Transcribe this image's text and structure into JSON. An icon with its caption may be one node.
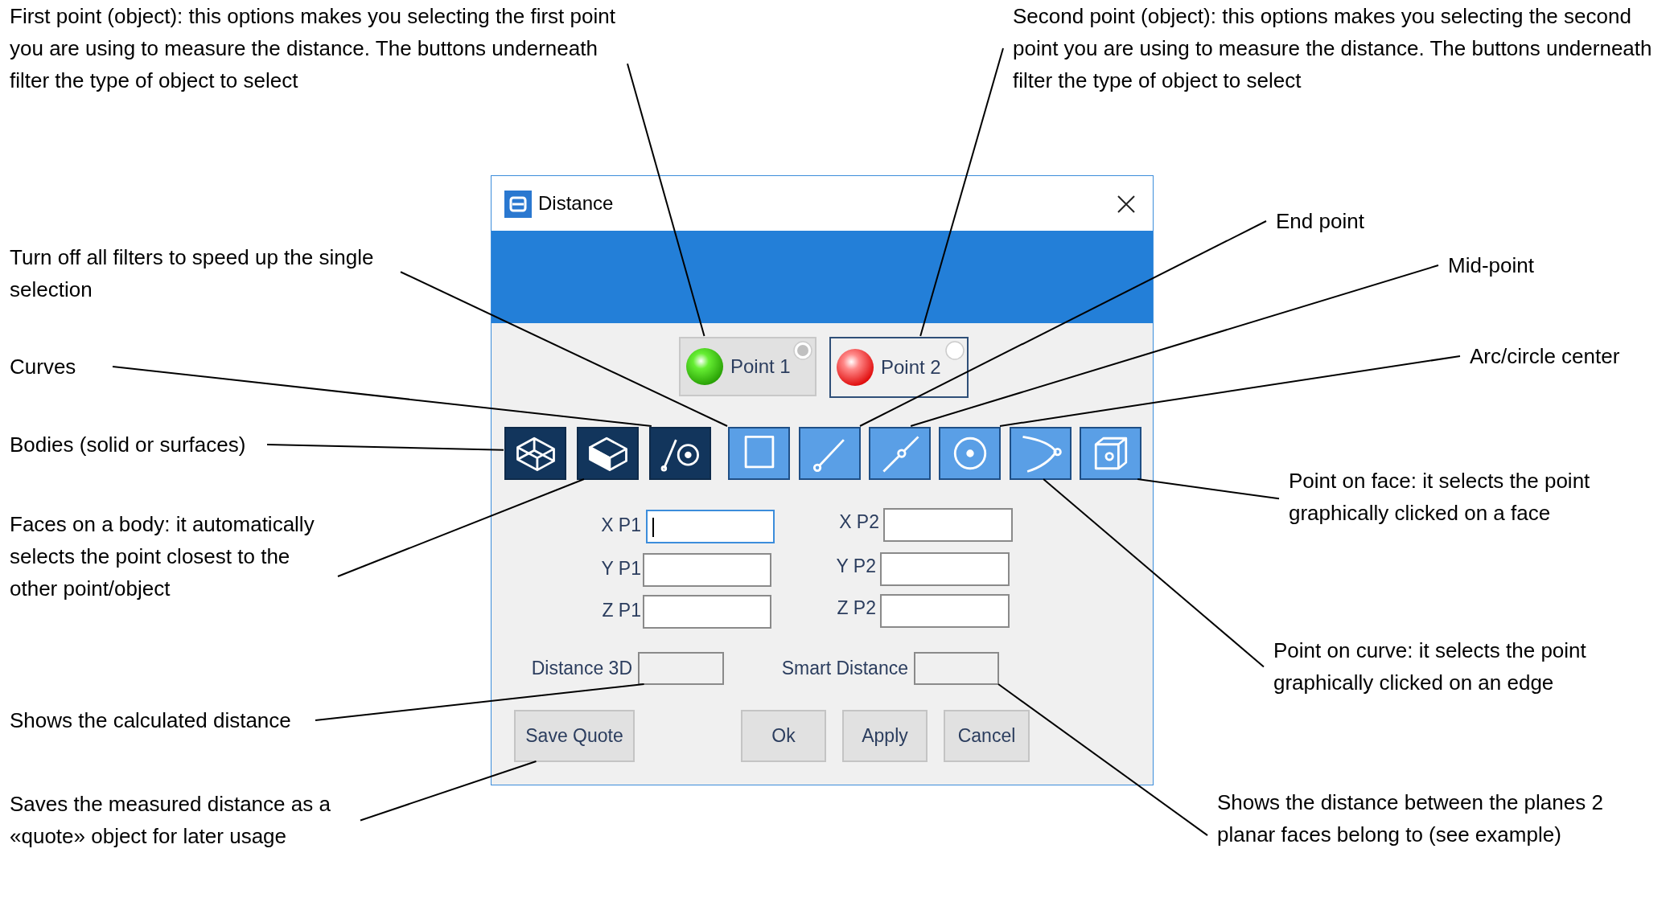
{
  "diagram": {
    "nodes": [
      {
        "text": [
          "First point (object): this options makes you selecting the first point you are using to measure the distance. The buttons underneath filter the type of object to select"
        ]
      },
      {
        "text": [
          "Second point (object): this options makes you selecting the second point you are using to measure the distance. The buttons underneath filter the type of object to select"
        ]
      },
      {
        "text": [
          "Distance"
        ]
      },
      {
        "text": [
          "Point 1"
        ],
        "in": 2
      },
      {
        "text": [
          "Point 2"
        ],
        "in": 2
      },
      {
        "text": [],
        "shape": "box",
        "in": 2
      },
      {
        "text": [],
        "shape": "box",
        "in": 2
      },
      {
        "text": [],
        "shape": "box",
        "in": 2
      },
      {
        "text": [],
        "shape": "box",
        "in": 2
      },
      {
        "text": [],
        "shape": "box",
        "in": 2
      },
      {
        "text": [],
        "shape": "box",
        "in": 2
      },
      {
        "text": [],
        "shape": "box",
        "in": 2
      },
      {
        "text": [],
        "shape": "box",
        "in": 2
      },
      {
        "text": [],
        "shape": "box",
        "in": 2
      },
      {
        "text": [],
        "shape": "box",
        "in": 2
      },
      {
        "text": [],
        "shape": "box",
        "in": 2
      },
      {
        "text": [],
        "shape": "box",
        "in": 2
      },
      {
        "text": [],
        "shape": "box",
        "in": 2
      },
      {
        "text": [],
        "shape": "box",
        "in": 2
      },
      {
        "text": [],
        "shape": "box",
        "in": 2
      },
      {
        "text": [],
        "shape": "box",
        "in": 2
      },
      {
        "text": [],
        "shape": "box",
        "in": 2
      },
      {
        "text": [
          "Save Quote"
        ],
        "in": 2
      },
      {
        "text": [
          "Ok"
        ],
        "in": 2
      },
      {
        "text": [
          "Apply"
        ],
        "in": 2
      },
      {
        "text": [
          "Cancel"
        ],
        "in": 2
      },
      {
        "text": [
          "Turn off all filters to speed up the single selection"
        ]
      },
      {
        "text": [
          "End point"
        ]
      },
      {
        "text": [
          "Mid-point"
        ]
      },
      {
        "text": [
          "Curves"
        ]
      },
      {
        "text": [
          "Arc/circle center"
        ]
      },
      {
        "text": [
          "Bodies (solid or surfaces)"
        ]
      },
      {
        "text": [
          "Point on face: it selects the point graphically clicked on a face"
        ]
      },
      {
        "text": [
          "Faces on a body: it automatically selects the point closest to the other point/object"
        ]
      },
      {
        "text": [
          "Point on curve: it selects the point graphically clicked on an edge"
        ]
      },
      {
        "text": [
          "Shows the calculated distance"
        ]
      },
      {
        "text": [
          "Saves the measured distance as a «quote» object for later usage"
        ]
      },
      {
        "text": [
          "Shows the distance between the planes 2 planar faces belong to (see example)"
        ]
      }
    ],
    "edges": [
      {
        "from": 0,
        "to": 3,
        "arrow": "none"
      },
      {
        "from": 1,
        "to": 4,
        "arrow": "none"
      },
      {
        "from": 26,
        "to": 8,
        "arrow": "none"
      },
      {
        "from": 27,
        "to": 9,
        "arrow": "none"
      },
      {
        "from": 28,
        "to": 10,
        "arrow": "none"
      },
      {
        "from": 29,
        "to": 7,
        "arrow": "none"
      },
      {
        "from": 30,
        "to": 11,
        "arrow": "none"
      },
      {
        "from": 31,
        "to": 5,
        "arrow": "none"
      },
      {
        "from": 32,
        "to": 13,
        "arrow": "none"
      },
      {
        "from": 33,
        "to": 6,
        "arrow": "none"
      },
      {
        "from": 34,
        "to": 12,
        "arrow": "none"
      },
      {
        "from": 35,
        "to": 20,
        "arrow": "none"
      },
      {
        "from": 36,
        "to": 22,
        "arrow": "none"
      },
      {
        "from": 37,
        "to": 21,
        "arrow": "none"
      }
    ],
    "labels": [
      "X P1",
      "X P2",
      "Y P1",
      "Y P2",
      "Z P1",
      "Z P2",
      "Distance 3D",
      "Smart Distance"
    ]
  }
}
